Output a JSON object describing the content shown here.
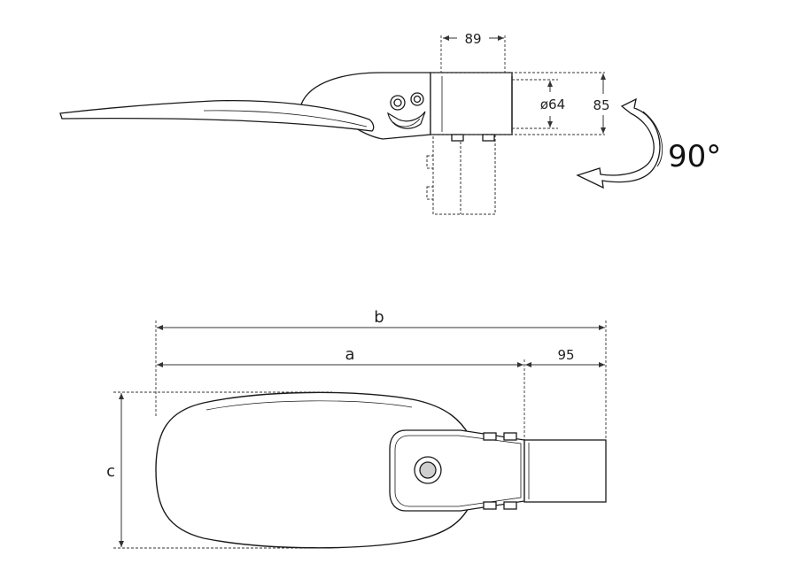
{
  "side_view": {
    "dim_width": "89",
    "dim_diameter": "ø64",
    "dim_height": "85",
    "rotation_label": "90°"
  },
  "top_view": {
    "dim_b": "b",
    "dim_a": "a",
    "dim_95": "95",
    "dim_c": "c"
  },
  "colors": {
    "line": "#1a1a1a",
    "dim_line": "#333333",
    "fill": "#ffffff"
  }
}
